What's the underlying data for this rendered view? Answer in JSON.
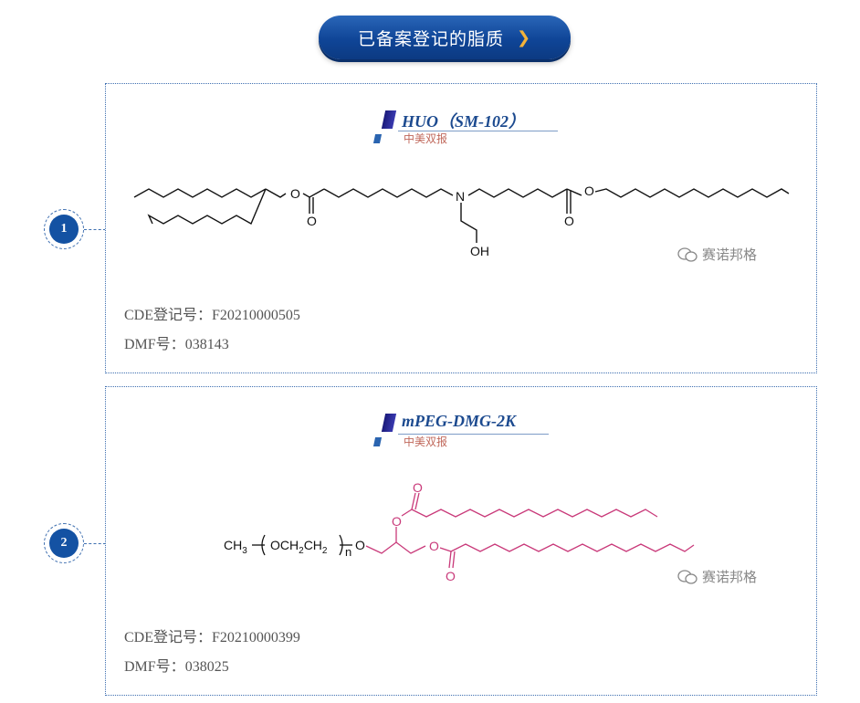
{
  "header": {
    "title": "已备案登记的脂质",
    "chevron": "❯"
  },
  "watermark": "赛诺邦格",
  "cards": [
    {
      "number": "1",
      "name": "HUO（SM-102）",
      "sub": "中美双报",
      "cde_label": "CDE登记号：",
      "cde": "F20210000505",
      "dmf_label": "DMF号：",
      "dmf": "038143",
      "atoms": {
        "o1": "O",
        "o2": "O",
        "o3": "O",
        "o4": "O",
        "n": "N",
        "oh": "OH"
      }
    },
    {
      "number": "2",
      "name": "mPEG-DMG-2K",
      "sub": "中美双报",
      "cde_label": "CDE登记号：",
      "cde": "F20210000399",
      "dmf_label": "DMF号：",
      "dmf": "038025",
      "atoms": {
        "o_top_dbl": "O",
        "o_top_ester": "O",
        "o_link": "O",
        "o_bot_ester": "O",
        "o_bot_dbl": "O",
        "ch3": "CH",
        "ch3_sub": "3",
        "och2ch2": "OCH",
        "och2ch2_sub1": "2",
        "ch2": "CH",
        "ch2_sub": "2",
        "n": "n"
      }
    }
  ],
  "colors": {
    "accent": "#1452a3",
    "pink": "#c93a7a",
    "brand_red": "#c0685b"
  }
}
